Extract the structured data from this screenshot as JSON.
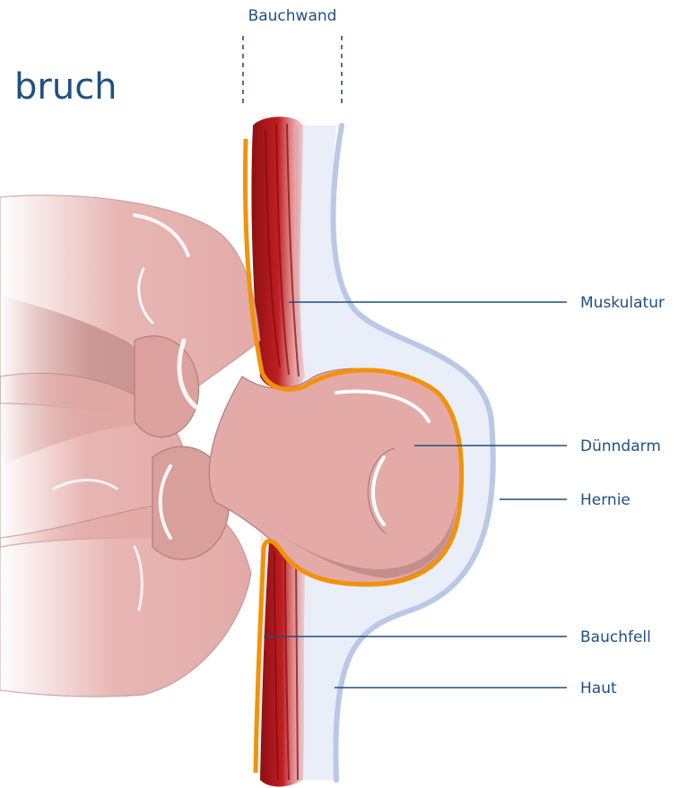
{
  "diagram": {
    "title_fragment": "bruch",
    "top_label": "Bauchwand",
    "labels": {
      "muskulatur": "Muskulatur",
      "duenndarm": "Dünndarm",
      "hernie": "Hernie",
      "bauchfell": "Bauchfell",
      "haut": "Haut"
    },
    "colors": {
      "text": "#1f5080",
      "leader_line": "#1f4f7a",
      "bauchfell_orange": "#f2920a",
      "muscle_red": "#b5161b",
      "skin_blue": "#b9c8e6",
      "hernia_fill": "#e9eef9",
      "intestine_pink": "#e3aaa7",
      "intestine_shadow": "#c48f8b",
      "intestine_outline": "#b07d79"
    }
  }
}
